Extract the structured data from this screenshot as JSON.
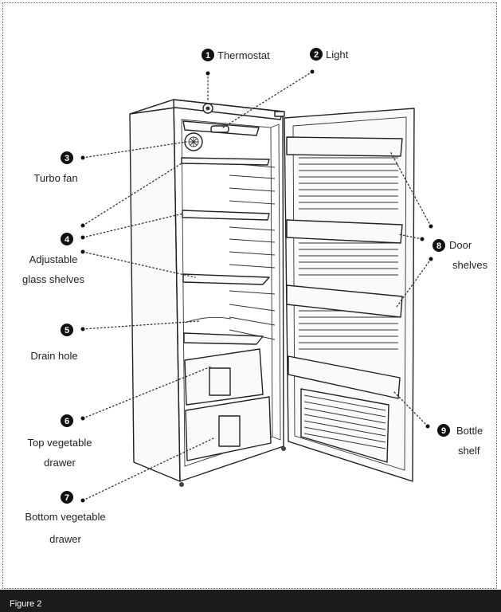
{
  "caption": "Figure 2",
  "labels": [
    {
      "num": "1",
      "lines": [
        "Thermostat"
      ]
    },
    {
      "num": "2",
      "lines": [
        "Light"
      ]
    },
    {
      "num": "3",
      "lines": [
        "Turbo fan"
      ]
    },
    {
      "num": "4",
      "lines": [
        "Adjustable",
        "glass shelves"
      ]
    },
    {
      "num": "5",
      "lines": [
        "Drain hole"
      ]
    },
    {
      "num": "6",
      "lines": [
        "Top vegetable",
        "drawer"
      ]
    },
    {
      "num": "7",
      "lines": [
        "Bottom vegetable",
        "drawer"
      ]
    },
    {
      "num": "8",
      "lines": [
        "Door",
        "shelves"
      ]
    },
    {
      "num": "9",
      "lines": [
        "Bottle",
        "shelf"
      ]
    }
  ]
}
